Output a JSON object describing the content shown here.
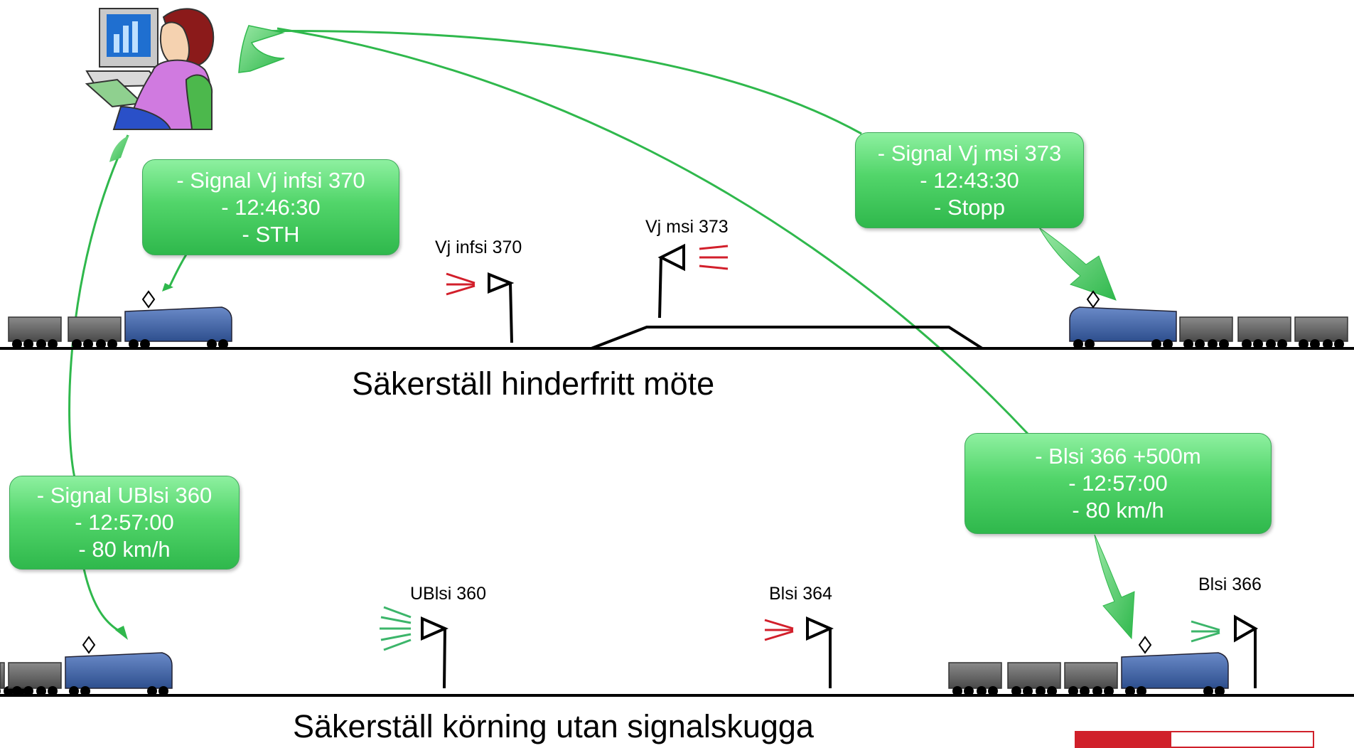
{
  "callouts": {
    "vj_infsi": [
      "- Signal Vj infsi 370",
      "- 12:46:30",
      "- STH"
    ],
    "vj_msi": [
      "- Signal Vj msi 373",
      "- 12:43:30",
      "- Stopp"
    ],
    "ublsi": [
      "- Signal UBlsi 360",
      "- 12:57:00",
      "- 80 km/h"
    ],
    "blsi366": [
      "- Blsi 366 +500m",
      "- 12:57:00",
      "- 80 km/h"
    ]
  },
  "signals": {
    "vj_infsi_370": "Vj infsi 370",
    "vj_msi_373": "Vj msi 373",
    "ublsi_360": "UBlsi 360",
    "blsi_364": "Blsi 364",
    "blsi_366": "Blsi 366"
  },
  "captions": {
    "top": "Säkerställ hinderfritt möte",
    "bottom": "Säkerställ körning utan signalskugga"
  },
  "colors": {
    "callout_green": "#3cc45a",
    "arrow_green": "#2fb84c",
    "signal_red": "#d21f2b",
    "signal_green": "#3cb56a",
    "loco_blue": "#3d5f9e",
    "wagon_gray": "#6b6b6b"
  },
  "icons": {
    "dispatcher": "dispatcher-at-computer-icon"
  }
}
